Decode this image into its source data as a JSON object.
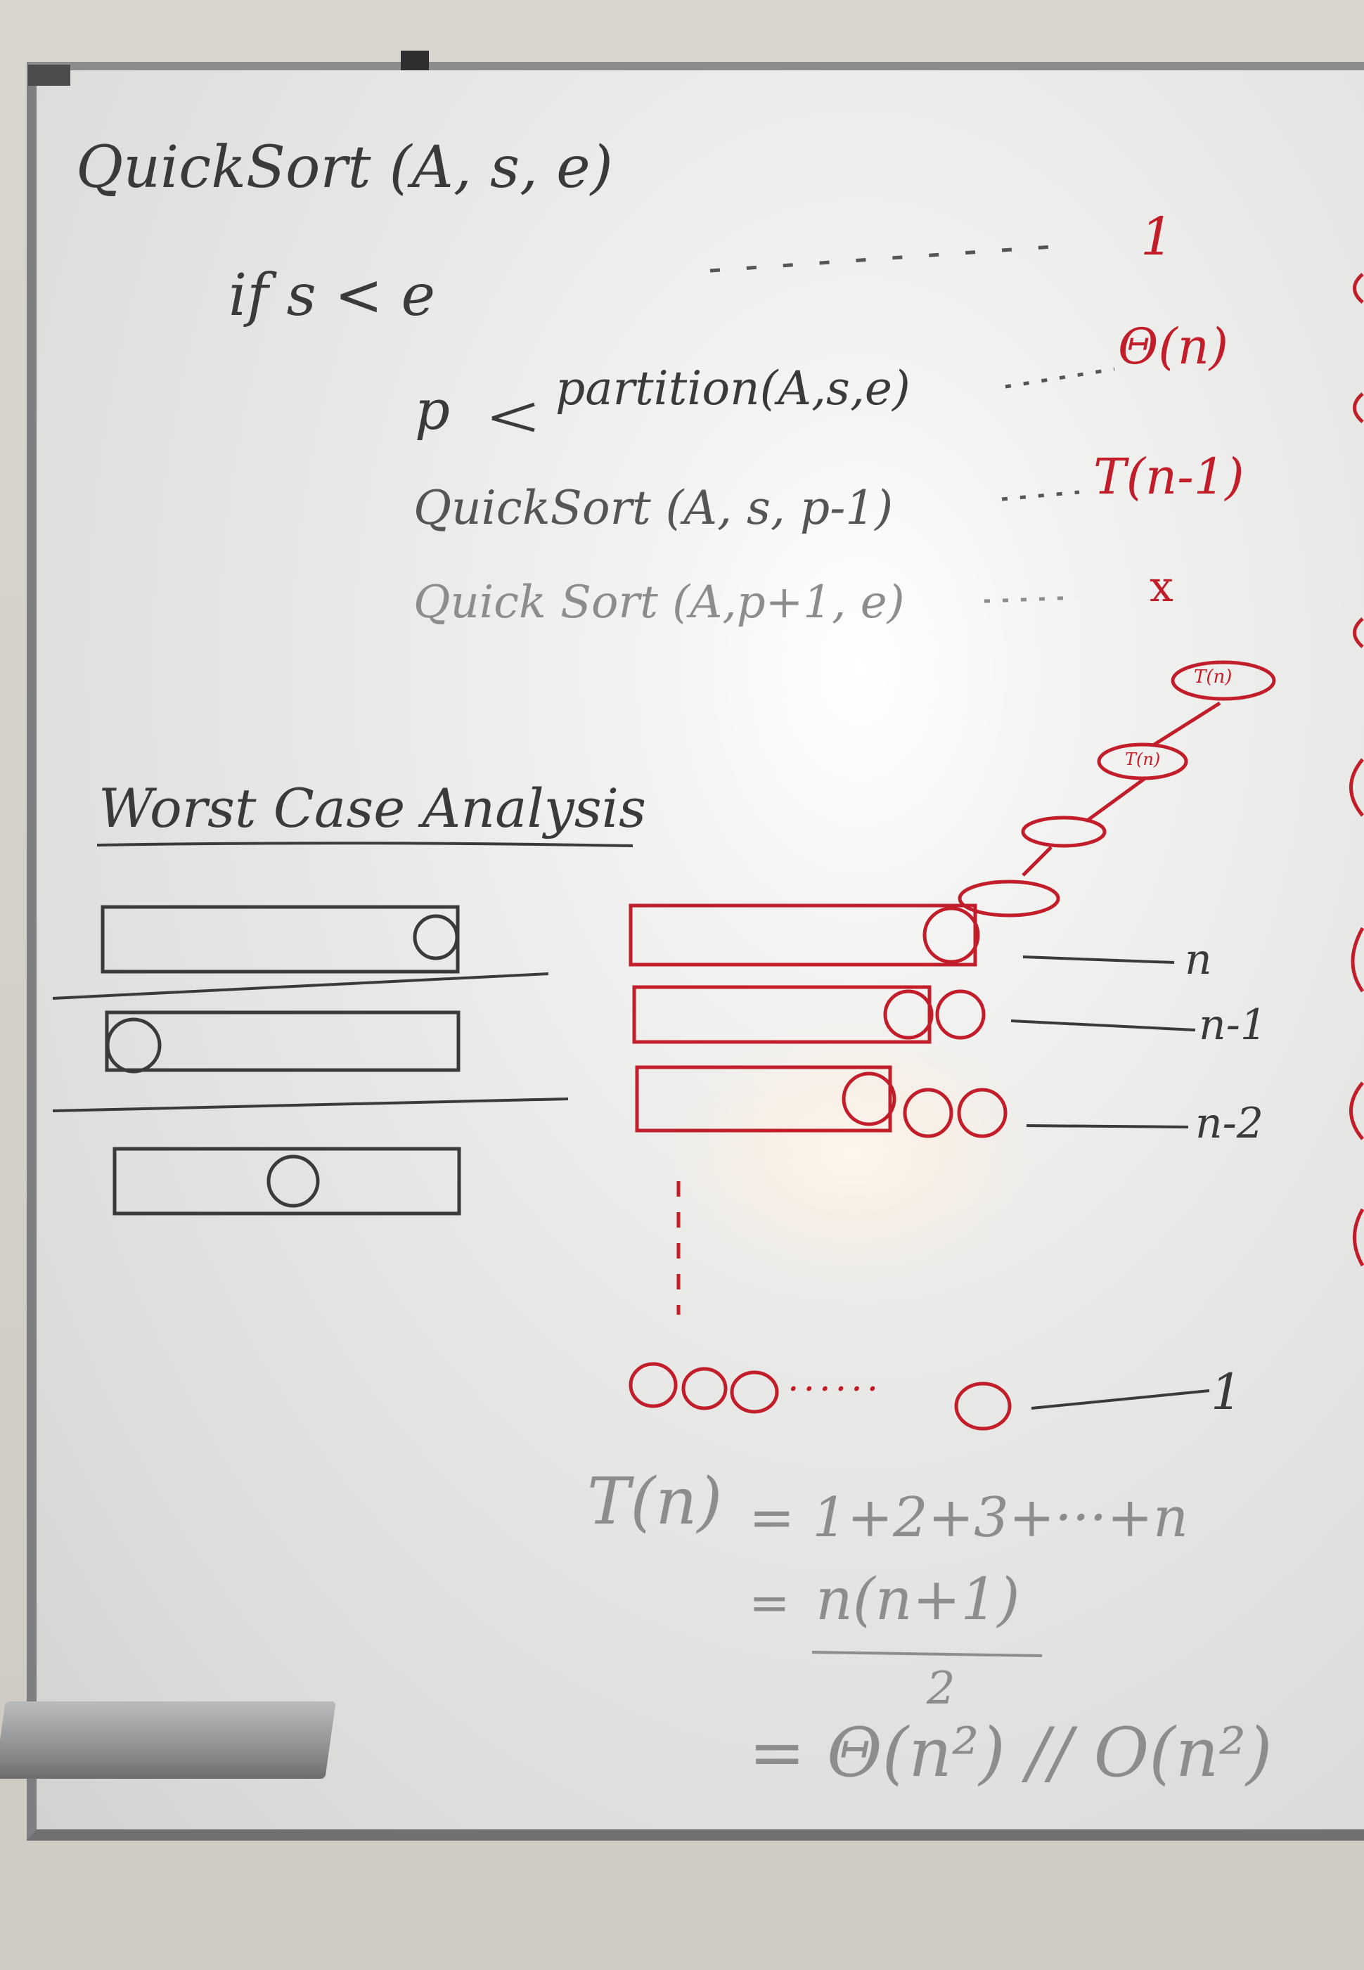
{
  "colors": {
    "board": "#ececea",
    "frame": "#7d7f80",
    "marker_black": "#3a3a3a",
    "marker_red": "#c21d2a",
    "faded": "#8d8d8d"
  },
  "code": {
    "header": "QuickSort (A, s, e)",
    "condition": "if s < e",
    "assign_var": "p",
    "partition": "partition(A,s,e)",
    "call_left": "QuickSort (A, s, p-1)",
    "call_right": "Quick Sort (A,p+1, e)"
  },
  "costs": {
    "condition": "1",
    "partition": "Θ(n)",
    "call_left": "T(n-1)",
    "call_right": "x"
  },
  "tree": {
    "top_node": "T(n)",
    "second_node": "T(n)"
  },
  "analysis": {
    "title": "Worst Case Analysis"
  },
  "levels": {
    "level1": "n",
    "level2": "n-1",
    "level3": "n-2",
    "last": "1",
    "dots": "......"
  },
  "formula": {
    "lhs": "T(n)",
    "line1": "= 1+2+3+···+n",
    "eq2": "=",
    "numerator": "n(n+1)",
    "denominator": "2",
    "line3": "= Θ(n²) // O(n²)"
  }
}
